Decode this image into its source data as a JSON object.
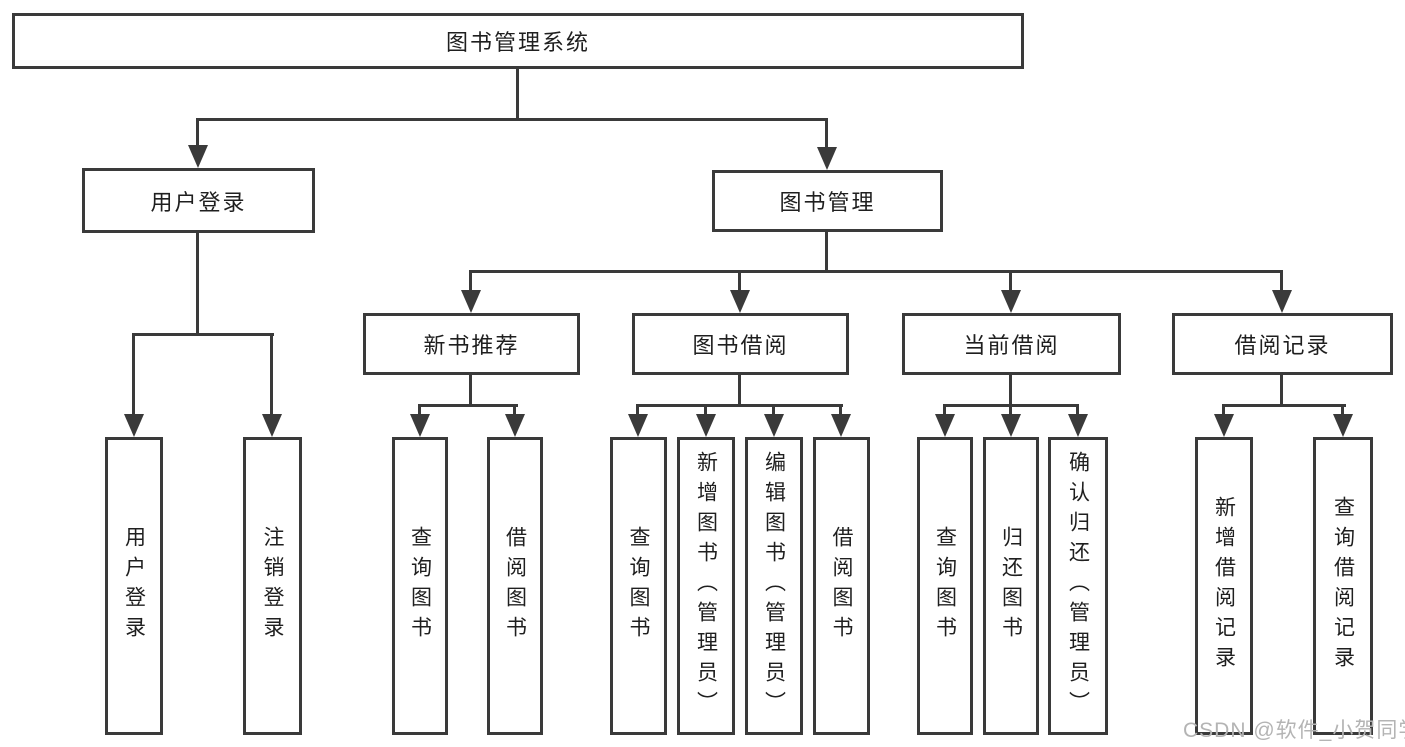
{
  "colors": {
    "line": "#3a3a3a",
    "text": "#1f1f1f",
    "background": "#ffffff",
    "watermark": "#b4b4b4"
  },
  "watermark": {
    "text": "CSDN @软件_小贺同学"
  },
  "tree": {
    "label": "图书管理系统",
    "children": [
      {
        "label": "用户登录",
        "children": [
          {
            "label": "用户登录"
          },
          {
            "label": "注销登录"
          }
        ]
      },
      {
        "label": "图书管理",
        "children": [
          {
            "label": "新书推荐",
            "children": [
              {
                "label": "查询图书"
              },
              {
                "label": "借阅图书"
              }
            ]
          },
          {
            "label": "图书借阅",
            "children": [
              {
                "label": "查询图书"
              },
              {
                "label": "新增图书（管理员）"
              },
              {
                "label": "编辑图书（管理员）"
              },
              {
                "label": "借阅图书"
              }
            ]
          },
          {
            "label": "当前借阅",
            "children": [
              {
                "label": "查询图书"
              },
              {
                "label": "归还图书"
              },
              {
                "label": "确认归还（管理员）"
              }
            ]
          },
          {
            "label": "借阅记录",
            "children": [
              {
                "label": "新增借阅记录"
              },
              {
                "label": "查询借阅记录"
              }
            ]
          }
        ]
      }
    ]
  }
}
